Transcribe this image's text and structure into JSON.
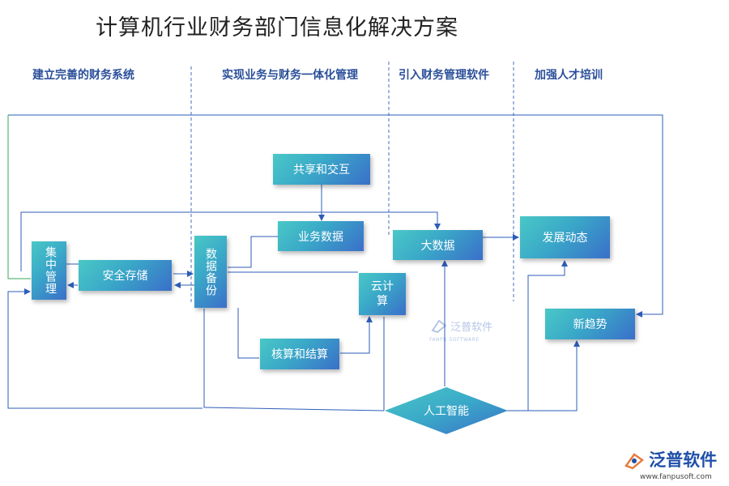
{
  "title": "计算机行业财务部门信息化解决方案",
  "columns": [
    {
      "label": "建立完善的财务系统"
    },
    {
      "label": "实现业务与财务一体化管理"
    },
    {
      "label": "引入财务管理软件"
    },
    {
      "label": "加强人才培训"
    }
  ],
  "nodes": {
    "centralized": "集中管理",
    "secure_storage": "安全存储",
    "data_backup": "数据备份",
    "sharing": "共享和交互",
    "business_data": "业务数据",
    "accounting": "核算和结算",
    "cloud": "云计算",
    "big_data": "大数据",
    "development": "发展动态",
    "new_trend": "新趋势",
    "ai": "人工智能"
  },
  "watermark": {
    "center_name": "泛普软件",
    "center_sub": "FANPU SOFTWARE",
    "brand_name": "泛普软件",
    "brand_url": "www.fanpusoft.com"
  },
  "colors": {
    "line": "#2d5db8",
    "divider": "#4a6fb8",
    "green_line": "#3aa85a",
    "node_gradient": [
      "#49c8c6",
      "#3a6fc9"
    ]
  }
}
